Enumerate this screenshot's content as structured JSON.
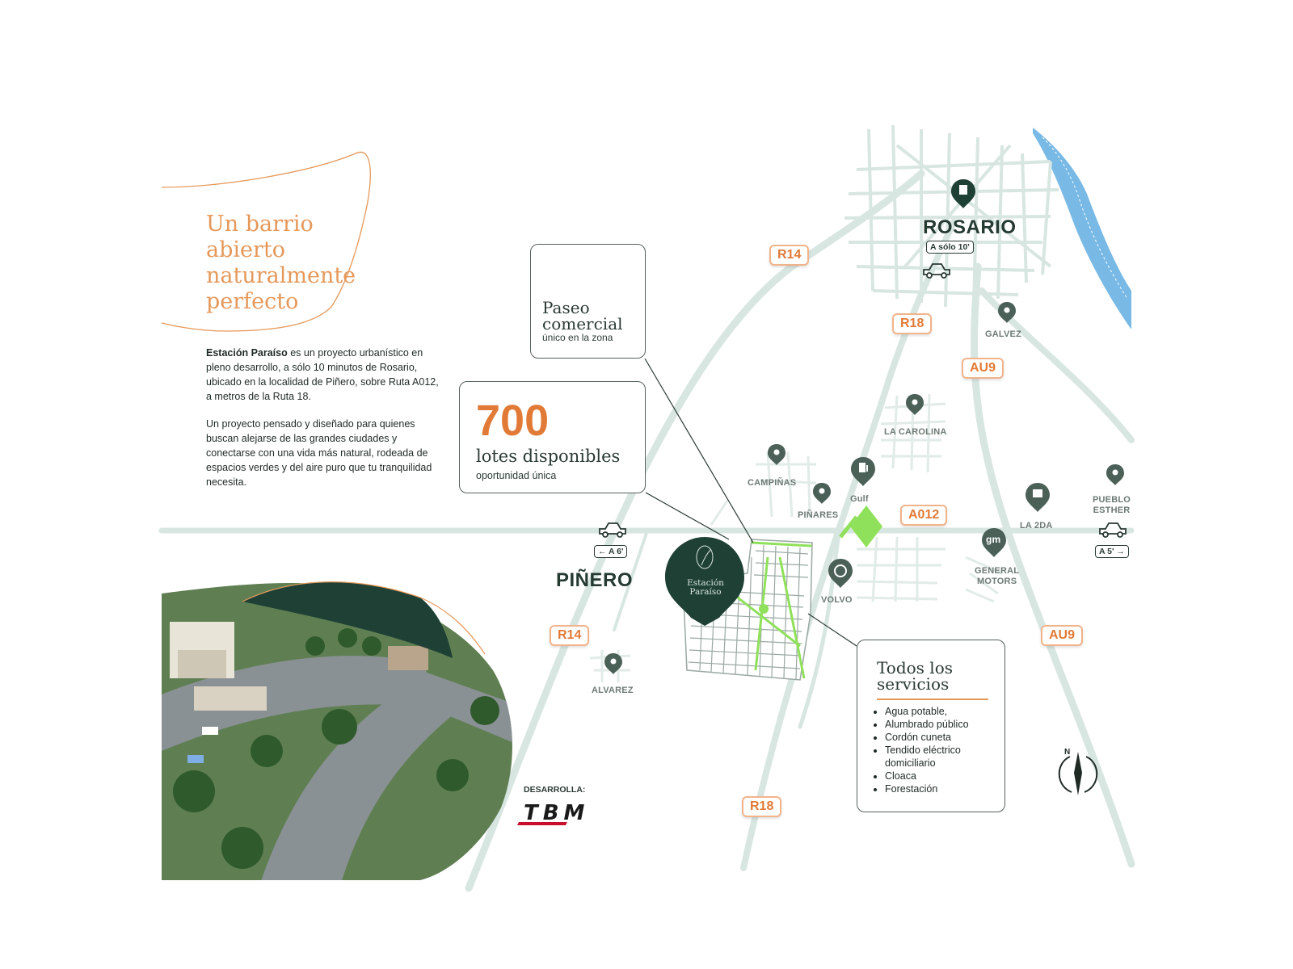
{
  "headline": {
    "line1": "Un barrio",
    "line2": "abierto",
    "line3": "naturalmente",
    "line4": "perfecto"
  },
  "intro": {
    "p1_bold": "Estación Paraíso",
    "p1_rest": " es un proyecto urbanístico en pleno desarrollo, a sólo 10 minutos de Rosario, ubicado en la localidad de Piñero, sobre Ruta A012, a metros de la Ruta 18.",
    "p2": "Un proyecto pensado y diseñado para quienes buscan alejarse de las grandes ciudades y conectarse con una vida más natural, rodeada de espacios verdes y del aire puro que tu tranquilidad necesita."
  },
  "cards": {
    "paseo_title_1": "Paseo",
    "paseo_title_2": "comercial",
    "paseo_sub": "único en la zona",
    "lotes_number": "700",
    "lotes_title": "lotes disponibles",
    "lotes_sub": "oportunidad única",
    "servicios_title_1": "Todos los",
    "servicios_title_2": "servicios",
    "servicios_items": [
      "Agua potable,",
      "Alumbrado público",
      "Cordón cuneta",
      "Tendido eléctrico domiciliario",
      "Cloaca",
      "Forestación"
    ]
  },
  "routes": {
    "r14_top": "R14",
    "r18_top": "R18",
    "au9_top": "AU9",
    "a012": "A012",
    "r14_bottom": "R14",
    "au9_bottom": "AU9",
    "r18_bottom": "R18"
  },
  "places": {
    "rosario": "ROSARIO",
    "rosario_time": "A sólo 10'",
    "galvez": "GALVEZ",
    "la_carolina": "LA CAROLINA",
    "campinas": "CAMPIÑAS",
    "pinares": "PIÑARES",
    "gulf": "Gulf",
    "pueblo_esther_1": "PUEBLO",
    "pueblo_esther_2": "ESTHER",
    "pueblo_esther_time": "A 5' →",
    "la_2da": "LA 2DA",
    "general_motors_1": "GENERAL",
    "general_motors_2": "MOTORS",
    "gm_logo": "gm",
    "volvo": "VOLVO",
    "pinero": "PIÑERO",
    "pinero_time": "← A 6'",
    "alvarez": "ALVAREZ",
    "estacion_1": "Estación",
    "estacion_2": "Paraíso"
  },
  "developer": {
    "label": "DESARROLLA:",
    "brand": "TBM"
  },
  "compass": {
    "north": "N"
  },
  "colors": {
    "orange": "#e27a37",
    "light_orange": "#f2b38a",
    "dark_green": "#1f4135",
    "road": "#d8e6e2",
    "lime": "#8fe05a",
    "river": "#78b9e6"
  }
}
